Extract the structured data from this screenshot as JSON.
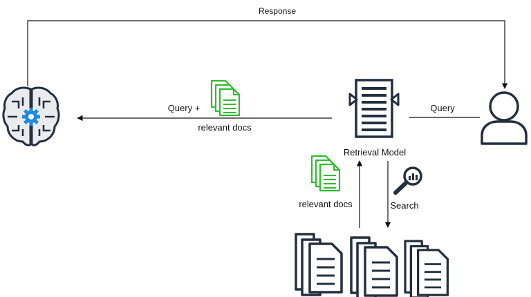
{
  "labels": {
    "response": "Response",
    "query_right": "Query",
    "query_plus": "Query +",
    "relevant_docs_top": "relevant docs",
    "retrieval_model": "Retrieval Model",
    "relevant_docs_bottom": "relevant docs",
    "search": "Search"
  },
  "icons": {
    "llm": "brain-gear-icon",
    "retriever": "document-retrieval-icon",
    "user": "user-icon",
    "docs_green": "document-stack-icon",
    "search": "magnifier-chart-icon",
    "corpus": "document-stack-icon"
  },
  "colors": {
    "dark": "#232f3e",
    "green": "#2dbd2d",
    "gear": "#1e88e5",
    "line": "#111111"
  }
}
